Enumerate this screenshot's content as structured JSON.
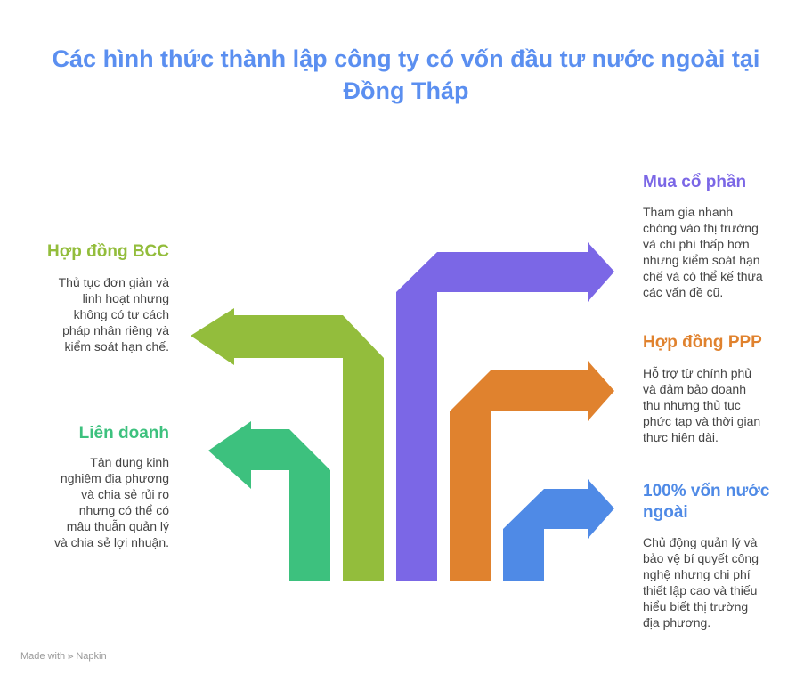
{
  "title": {
    "line1": "Các hình thức thành lập công ty có vốn đầu tư nước ngoài tại",
    "line2": "Đồng Tháp"
  },
  "items": [
    {
      "heading": "Mua cổ phần",
      "desc": [
        "Tham gia nhanh",
        "chóng vào thị trường",
        "và chi phí thấp hơn",
        "nhưng kiểm soát hạn",
        "chế và có thể kế thừa",
        "các vấn đề cũ."
      ],
      "color": "#7b67e6"
    },
    {
      "heading": "Hợp đồng BCC",
      "desc": [
        "Thủ tục đơn giản và",
        "linh hoạt nhưng",
        "không có tư cách",
        "pháp nhân riêng và",
        "kiểm soát hạn chế."
      ],
      "color": "#93bd3c"
    },
    {
      "heading": "Hợp đồng PPP",
      "desc": [
        "Hỗ trợ từ chính phủ",
        "và đảm bảo doanh",
        "thu nhưng thủ tục",
        "phức tạp và thời gian",
        "thực hiện dài."
      ],
      "color": "#e0822e"
    },
    {
      "heading": "Liên doanh",
      "desc": [
        "Tận dụng kinh",
        "nghiệm địa phương",
        "và chia sẻ rủi ro",
        "nhưng có thể có",
        "mâu thuẫn quản lý",
        "và chia sẻ lợi nhuận."
      ],
      "color": "#3dc17e"
    },
    {
      "heading_lines": [
        "100% vốn nước",
        "ngoài"
      ],
      "desc": [
        "Chủ động quản lý và",
        "bảo vệ bí quyết công",
        "nghệ nhưng chi phí",
        "thiết lập cao và thiếu",
        "hiểu biết thị trường",
        "địa phương."
      ],
      "color": "#4f8ae6"
    }
  ],
  "footer": {
    "made_with": "Made with",
    "brand": "Napkin"
  }
}
